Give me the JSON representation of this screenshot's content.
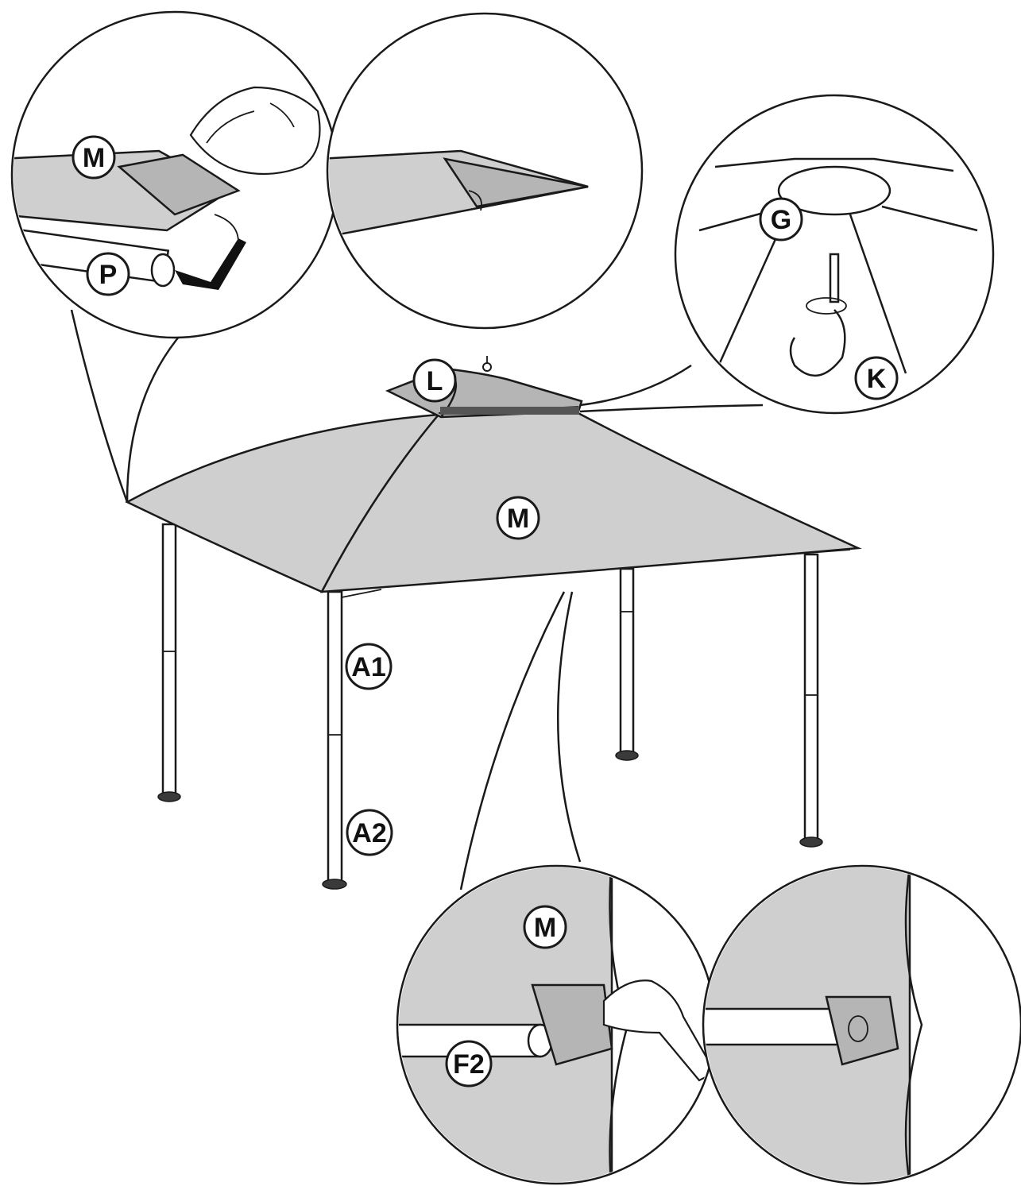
{
  "labels": {
    "m_top_left": "M",
    "p_top_left": "P",
    "g_hub": "G",
    "k_hook": "K",
    "l_top": "L",
    "m_roof": "M",
    "a1_leg": "A1",
    "a2_leg": "A2",
    "m_bottom": "M",
    "f2_bottom": "F2"
  },
  "colors": {
    "fabric": "#cfcfcf",
    "line": "#1a1a1a",
    "background": "#ffffff"
  }
}
